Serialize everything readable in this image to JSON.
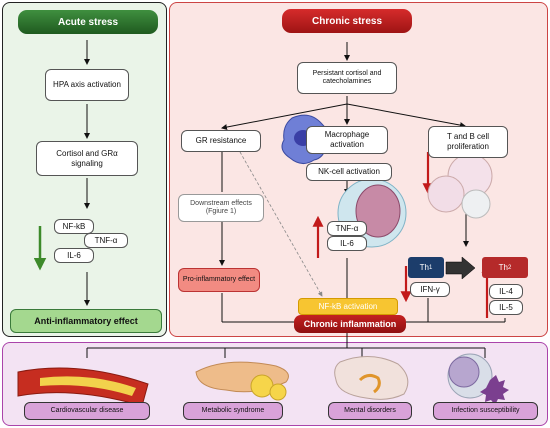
{
  "acute": {
    "title": "Acute stress",
    "hpa": "HPA axis activation",
    "cortisol": "Cortisol and GRα signaling",
    "nfkb": "NF-kB",
    "tnfa": "TNF-α",
    "il6": "IL-6",
    "outcome": "Anti-inflammatory effect"
  },
  "chronic": {
    "title": "Chronic stress",
    "persistent": "Persistant cortisol and catecholamines",
    "gr_resistance": "GR resistance",
    "downstream": "Downstream effects (Fgiure 1)",
    "pro_inflammatory": "Pro-inflammatory effect",
    "macrophage": "Macrophage activation",
    "nk_cell": "NK-cell activation",
    "tnfa": "TNF-α",
    "il6": "IL-6",
    "tb_cell": "T and B cell proliferation",
    "th1": "Th",
    "th1_sub": "1",
    "th2": "Th",
    "th2_sub": "2",
    "ifng": "IFN-γ",
    "il4": "IL-4",
    "il5": "IL-5",
    "nfkb_activation": "NF-kB activation",
    "chronic_inflammation": "Chronic inflammation"
  },
  "outcomes": [
    "Cardiovascular disease",
    "Metabolic syndrome",
    "Mental disorders",
    "Infection susceptibility"
  ],
  "colors": {
    "acute_bg": "#eaf4e8",
    "chronic_bg": "#fbe6e4",
    "bottom_bg": "#f3e3f3",
    "outcome_box": "#d9a2d9",
    "green": "#3d8a2a",
    "red": "#c21a1a",
    "nfkb_yellow": "#f7c531",
    "th1_navy": "#1c3d6b",
    "th2_red": "#b52a2a"
  },
  "icons": [
    "macrophage-icon",
    "nk-cell-icon",
    "lymphocyte-icon",
    "artery-icon",
    "pancreas-icon",
    "brain-icon",
    "microbe-icon"
  ]
}
